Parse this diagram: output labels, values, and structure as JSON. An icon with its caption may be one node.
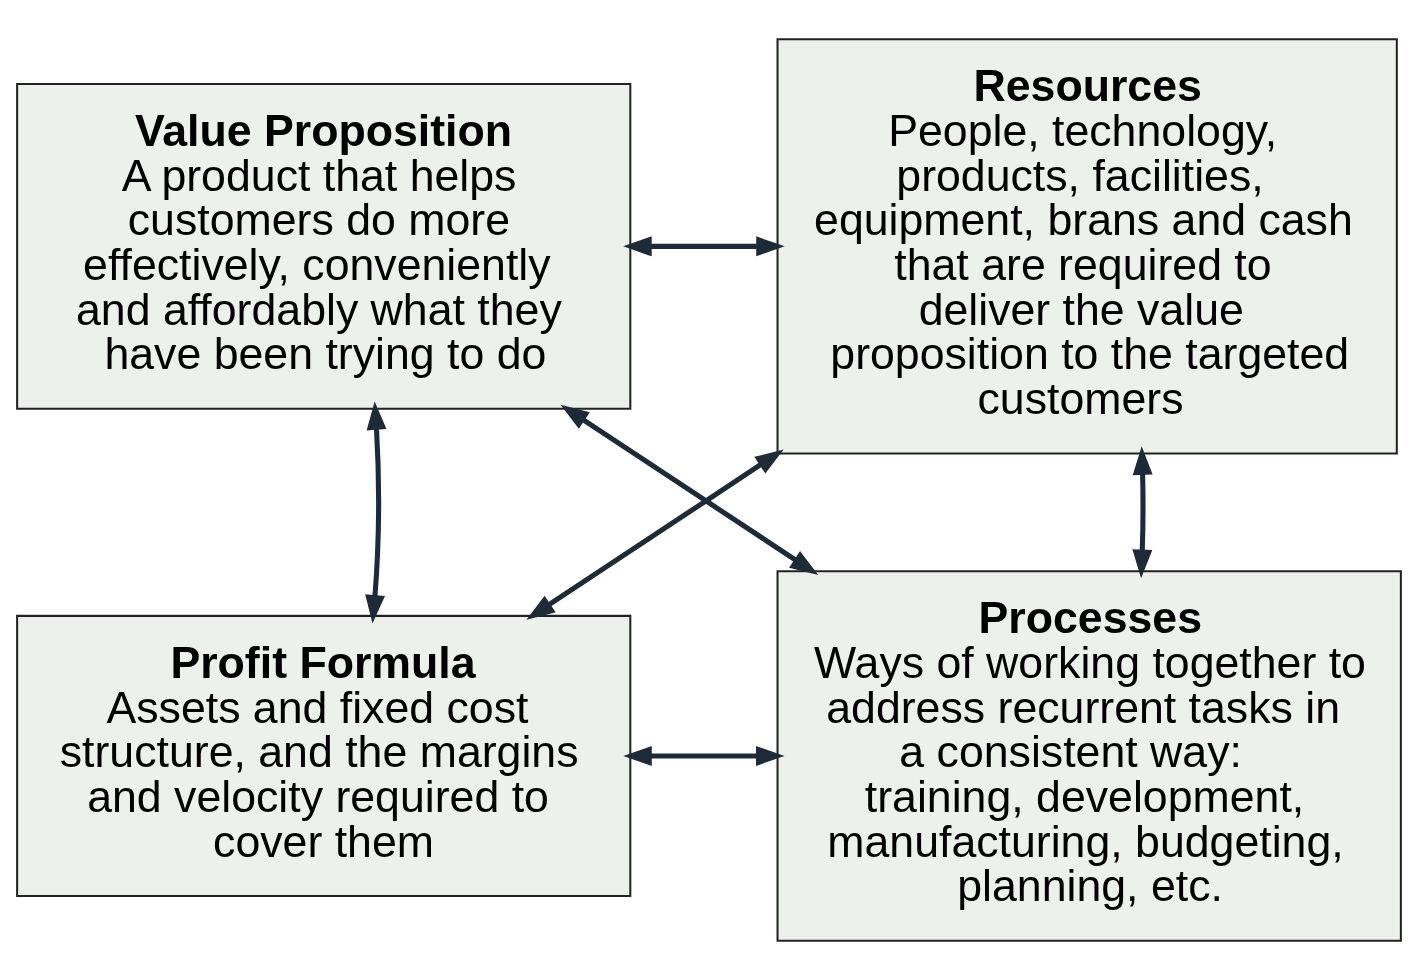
{
  "diagram": {
    "nodes": [
      {
        "text": [
          "Value Proposition",
          "A product that helps customers do more effectively, conveniently and affordably what they have been trying to do"
        ]
      },
      {
        "text": [
          "Resources",
          "People, technology, products, facilities, equipment, brans and cash that are required to deliver the value proposition to the targeted customers"
        ]
      },
      {
        "text": [
          "Profit Formula",
          "Assets and fixed cost structure, and the margins and velocity required to cover them"
        ]
      },
      {
        "text": [
          "Processes",
          "Ways of working together to address recurrent tasks in a consistent way:  training, development, manufacturing, budgeting, planning, etc."
        ]
      }
    ],
    "edges": [
      {
        "from": 0,
        "to": 1,
        "arrow": "both"
      },
      {
        "from": 0,
        "to": 2,
        "arrow": "both"
      },
      {
        "from": 1,
        "to": 3,
        "arrow": "both"
      },
      {
        "from": 0,
        "to": 3,
        "arrow": "both"
      },
      {
        "from": 1,
        "to": 2,
        "arrow": "both"
      },
      {
        "from": 2,
        "to": 3,
        "arrow": "both"
      }
    ]
  }
}
